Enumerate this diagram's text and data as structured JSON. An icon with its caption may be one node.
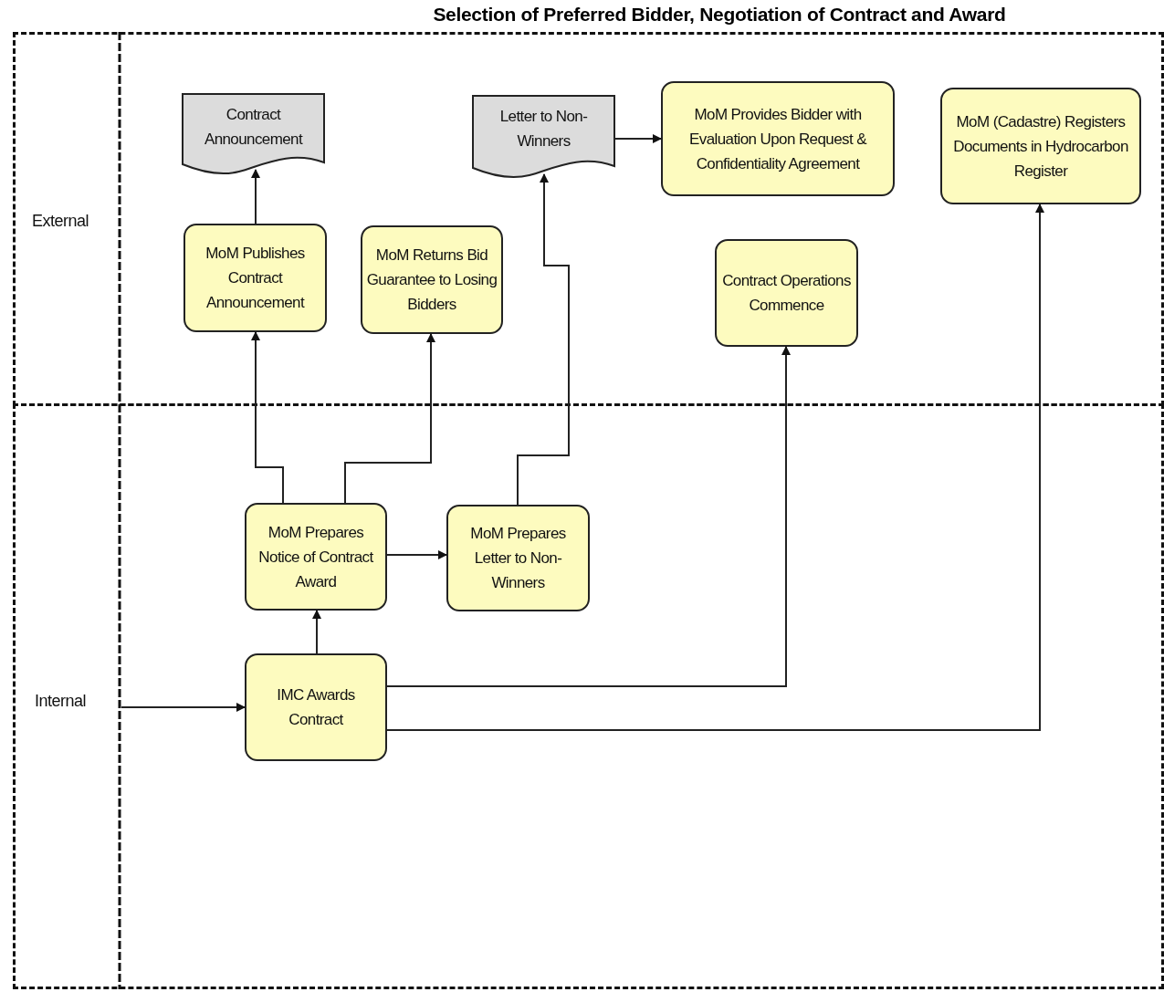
{
  "diagram": {
    "title": "Selection of Preferred Bidder, Negotiation of Contract and Award",
    "nodes": [
      {
        "text": [
          "External"
        ]
      },
      {
        "text": [
          "Contract Announcement"
        ],
        "in": 0
      },
      {
        "text": [
          "Letter to Non-Winners"
        ],
        "in": 0
      },
      {
        "text": [
          "MoM Provides Bidder with Evaluation Upon Request & Confidentiality Agreement"
        ],
        "in": 0
      },
      {
        "text": [
          "MoM (Cadastre) Registers Documents in Hydrocarbon Register"
        ],
        "in": 0
      },
      {
        "text": [
          "MoM Publishes Contract Announcement"
        ],
        "in": 0
      },
      {
        "text": [
          "MoM Returns Bid Guarantee to Losing Bidders"
        ],
        "in": 0
      },
      {
        "text": [
          "Contract Operations Commence"
        ],
        "in": 0
      },
      {
        "text": [
          "Internal"
        ]
      },
      {
        "text": [
          "MoM Prepares Notice of Contract Award"
        ],
        "in": 8
      },
      {
        "text": [
          "MoM Prepares Letter to Non-Winners"
        ],
        "in": 8
      },
      {
        "text": [
          "IMC Awards Contract"
        ],
        "in": 8
      }
    ],
    "edges": [
      {
        "from": 5,
        "to": 1,
        "arrow": "to"
      },
      {
        "from": 9,
        "to": 5,
        "arrow": "to"
      },
      {
        "from": 9,
        "to": 6,
        "arrow": "to"
      },
      {
        "from": 9,
        "to": 10,
        "arrow": "to"
      },
      {
        "from": 10,
        "to": 2,
        "arrow": "to"
      },
      {
        "from": 2,
        "to": 3,
        "arrow": "to"
      },
      {
        "from": 11,
        "to": 9,
        "arrow": "to"
      },
      {
        "from": 11,
        "to": 7,
        "arrow": "to"
      },
      {
        "from": 11,
        "to": 4,
        "arrow": "to"
      },
      {
        "from": null,
        "to": 11,
        "arrow": "to"
      }
    ]
  }
}
